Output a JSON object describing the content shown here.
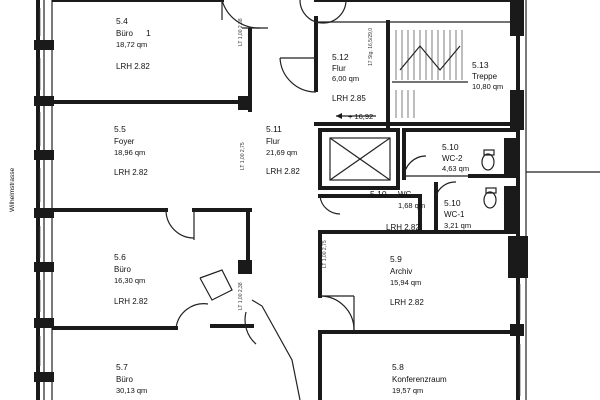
{
  "street": "Wilhelmstrasse",
  "rooms": [
    {
      "id": "r54",
      "number": "5.4",
      "name": "Büro",
      "area": "18,72 qm",
      "lrh": "LRH 2.82"
    },
    {
      "id": "r55",
      "number": "5.5",
      "name": "Foyer",
      "area": "18,96 qm",
      "lrh": "LRH 2.82"
    },
    {
      "id": "r56",
      "number": "5.6",
      "name": "Büro",
      "area": "16,30 qm",
      "lrh": "LRH 2.82"
    },
    {
      "id": "r57",
      "number": "5.7",
      "name": "Büro",
      "area": "30,13 qm",
      "lrh": ""
    },
    {
      "id": "r511",
      "number": "5.11",
      "name": "Flur",
      "area": "21,69 qm",
      "lrh": "LRH 2.82"
    },
    {
      "id": "r512",
      "number": "5.12",
      "name": "Flur",
      "area": "6,00 qm",
      "lrh": "LRH 2.85"
    },
    {
      "id": "r513",
      "number": "5.13",
      "name": "Treppe",
      "area": "10,80 qm",
      "lrh": ""
    },
    {
      "id": "r510a",
      "number": "5.10",
      "name": "WC-2",
      "area": "4,63 qm",
      "lrh": ""
    },
    {
      "id": "r510b",
      "number": "5.10",
      "name": "WC",
      "area": "1,68 qm",
      "lrh": "LRH 2.82"
    },
    {
      "id": "r510c",
      "number": "5.10",
      "name": "WC-1",
      "area": "3,21 qm",
      "lrh": ""
    },
    {
      "id": "r59",
      "number": "5.9",
      "name": "Archiv",
      "area": "15,94 qm",
      "lrh": "LRH 2.82"
    },
    {
      "id": "r58",
      "number": "5.8",
      "name": "Konferenzraum",
      "area": "19,57 qm",
      "lrh": ""
    }
  ],
  "annotations": {
    "level_mark": "+ 16,92",
    "handwritten_one": "1",
    "stair_note": "17 Stg. 16,5/29,0"
  },
  "colors": {
    "ink": "#1a1a1a",
    "paper": "#ffffff"
  }
}
